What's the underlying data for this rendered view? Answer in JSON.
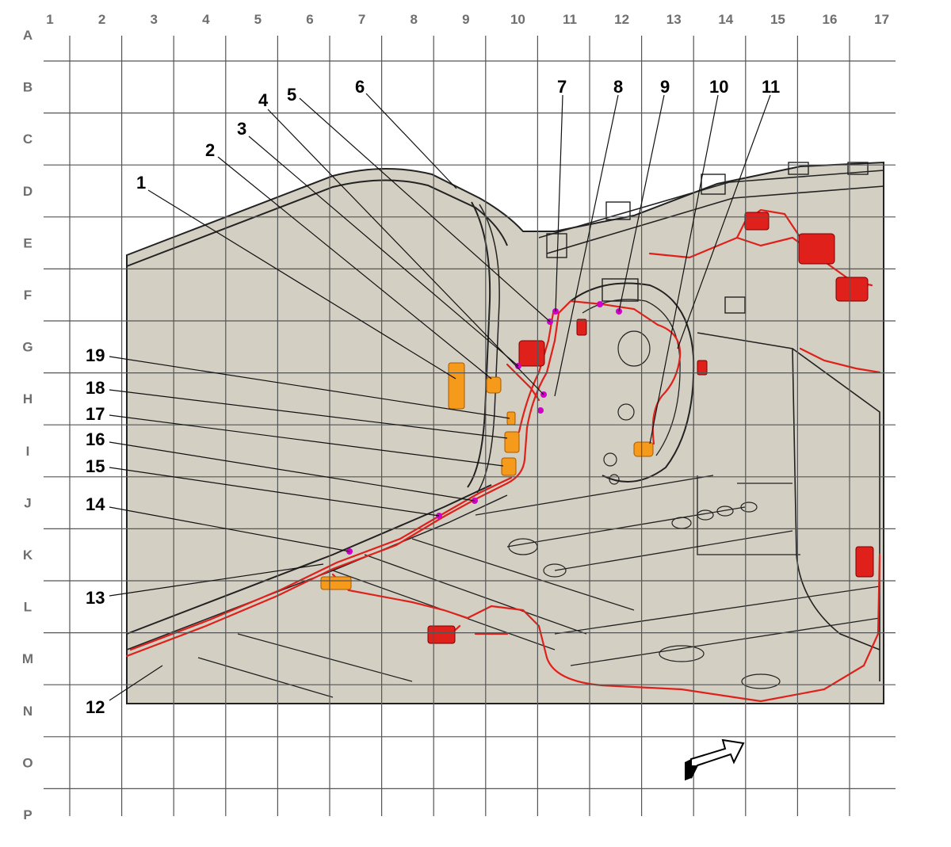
{
  "grid": {
    "columns": [
      "1",
      "2",
      "3",
      "4",
      "5",
      "6",
      "7",
      "8",
      "9",
      "10",
      "11",
      "12",
      "13",
      "14",
      "15",
      "16",
      "17"
    ],
    "rows": [
      "A",
      "B",
      "C",
      "D",
      "E",
      "F",
      "G",
      "H",
      "I",
      "J",
      "K",
      "L",
      "M",
      "N",
      "O",
      "P"
    ]
  },
  "callouts": [
    "1",
    "2",
    "3",
    "4",
    "5",
    "6",
    "7",
    "8",
    "9",
    "10",
    "11",
    "12",
    "13",
    "14",
    "15",
    "16",
    "17",
    "18",
    "19"
  ],
  "colors": {
    "background": "#ffffff",
    "grid_line": "#555555",
    "grid_label": "#6f6f6f",
    "body_fill": "#d3cfc2",
    "body_line": "#222222",
    "harness": "#e0201b",
    "connector": "#f59a1b",
    "splice": "#d100c8",
    "leader": "#111111"
  },
  "icons": {
    "direction_arrow": "front-direction-arrow-icon"
  }
}
